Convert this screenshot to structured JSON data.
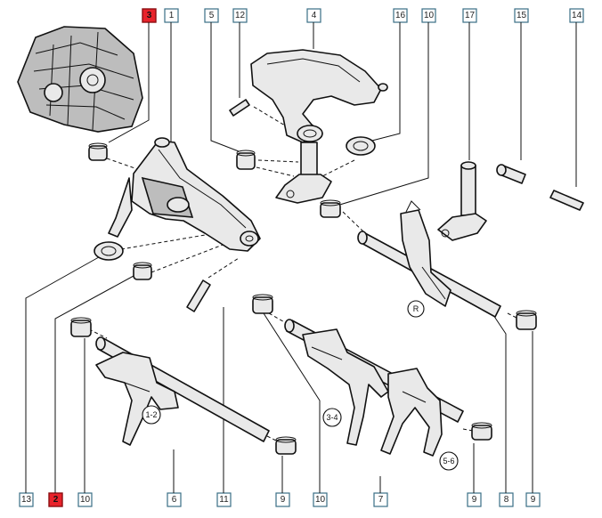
{
  "callouts": {
    "top": [
      "3",
      "1",
      "5",
      "12",
      "4",
      "16",
      "10",
      "17",
      "15",
      "14"
    ],
    "bottom": [
      "13",
      "2",
      "10",
      "6",
      "11",
      "9",
      "10",
      "7",
      "9",
      "8",
      "9"
    ]
  },
  "highlighted": [
    "3",
    "2"
  ],
  "gear_labels": {
    "reverse": "R",
    "first_second": "1-2",
    "third_fourth": "3-4",
    "fifth_sixth": "5-6"
  },
  "colors": {
    "highlight": "#e8222a",
    "tag_border": "#3a6f86",
    "line": "#111111"
  }
}
